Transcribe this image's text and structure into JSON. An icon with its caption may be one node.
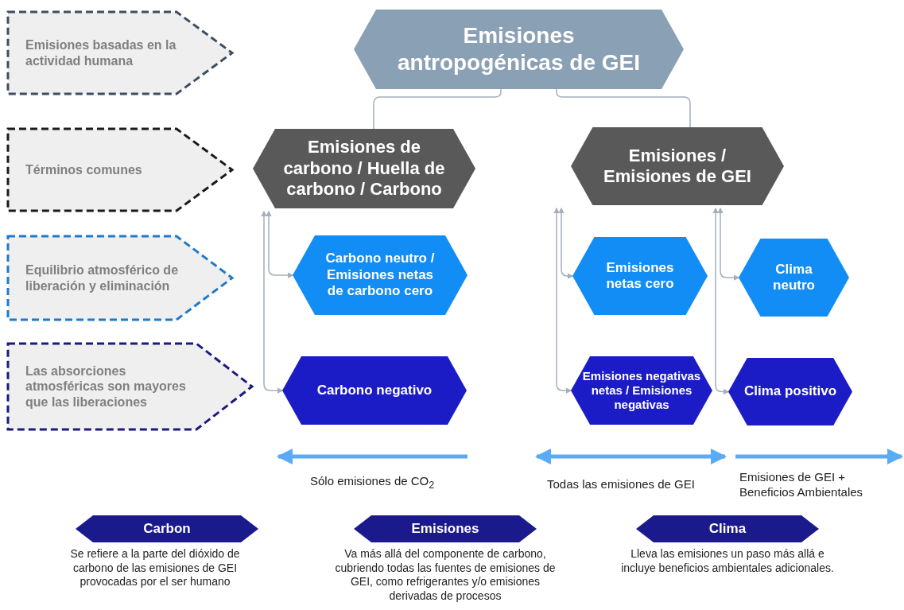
{
  "diagram": {
    "nodes": [
      {
        "text": [
          "Emisiones antropogénicas de GEI"
        ]
      },
      {
        "text": [
          "Emisiones de carbono / Huella de carbono / Carbono"
        ]
      },
      {
        "text": [
          "Emisiones / Emisiones de GEI"
        ]
      },
      {
        "text": [
          "Carbono neutro / Emisiones netas de carbono cero"
        ]
      },
      {
        "text": [
          "Carbono negativo"
        ]
      },
      {
        "text": [
          "Emisiones netas cero"
        ]
      },
      {
        "text": [
          "Emisiones negativas netas / Emisiones negativas"
        ]
      },
      {
        "text": [
          "Clima neutro"
        ]
      },
      {
        "text": [
          "Clima positivo"
        ]
      },
      {
        "text": [
          "Emisiones basadas en la actividad humana"
        ]
      },
      {
        "text": [
          "Términos comunes"
        ]
      },
      {
        "text": [
          "Equilibrio atmosférico de liberación y eliminación"
        ]
      },
      {
        "text": [
          "Las absorciones atmosféricas son mayores que las liberaciones"
        ]
      },
      {
        "text": [
          "Carbon"
        ],
        "beside": [
          "Se refiere a la parte del dióxido de carbono de las emisiones de GEI provocadas por el ser humano"
        ]
      },
      {
        "text": [
          "Emisiones"
        ],
        "beside": [
          "Va más allá del componente de carbono, cubriendo todas las fuentes de emisiones de GEI, como refrigerantes y/o emisiones derivadas de procesos"
        ]
      },
      {
        "text": [
          "Clima"
        ],
        "beside": [
          "Lleva las emisiones un paso más allá e incluye beneficios ambientales adicionales."
        ]
      }
    ],
    "edges": [
      {
        "from": 0,
        "to": 1,
        "arrow": "none"
      },
      {
        "from": 0,
        "to": 2,
        "arrow": "none"
      },
      {
        "from": 1,
        "to": 3,
        "arrow": "both"
      },
      {
        "from": 1,
        "to": 4,
        "arrow": "both"
      },
      {
        "from": 2,
        "to": 5,
        "arrow": "both"
      },
      {
        "from": 2,
        "to": 6,
        "arrow": "both"
      },
      {
        "from": 2,
        "to": 7,
        "arrow": "both"
      },
      {
        "from": 2,
        "to": 8,
        "arrow": "both"
      }
    ],
    "labels": [
      "Sólo emisiones de CO$_{2}$",
      "Todas las emisiones de GEI",
      "Emisiones de GEI + Beneficios Ambientales"
    ]
  }
}
